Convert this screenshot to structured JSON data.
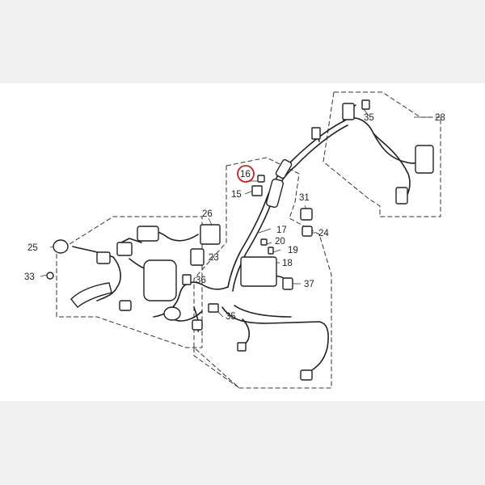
{
  "diagram": {
    "callouts": [
      {
        "id": "c28",
        "text": "28"
      },
      {
        "id": "c35a",
        "text": "35"
      },
      {
        "id": "c16",
        "text": "16",
        "highlighted": true
      },
      {
        "id": "c15",
        "text": "15"
      },
      {
        "id": "c31",
        "text": "31"
      },
      {
        "id": "c24",
        "text": "24"
      },
      {
        "id": "c26",
        "text": "26"
      },
      {
        "id": "c17",
        "text": "17"
      },
      {
        "id": "c20",
        "text": "20"
      },
      {
        "id": "c19",
        "text": "19"
      },
      {
        "id": "c18",
        "text": "18"
      },
      {
        "id": "c25",
        "text": "25"
      },
      {
        "id": "c23",
        "text": "23"
      },
      {
        "id": "c33",
        "text": "33"
      },
      {
        "id": "c36",
        "text": "36"
      },
      {
        "id": "c37",
        "text": "37"
      },
      {
        "id": "c35b",
        "text": "35"
      }
    ],
    "colors": {
      "line": "#222222",
      "dash": "#333333",
      "highlight": "#c8202a",
      "panel": "#ffffff",
      "backdrop": "#f0f0f0"
    }
  }
}
